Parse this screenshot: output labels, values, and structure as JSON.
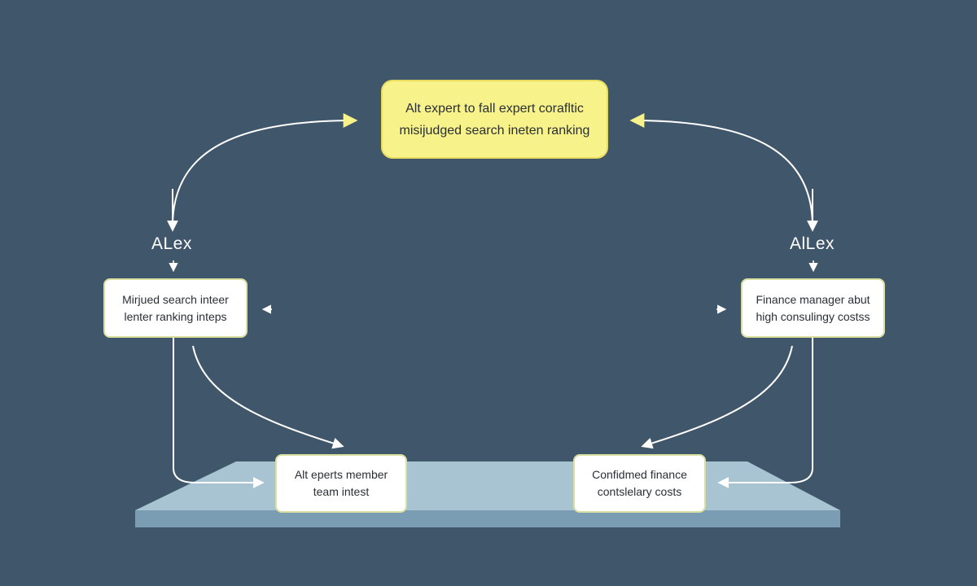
{
  "colors": {
    "background": "#40566b",
    "platform_top": "#a8c3d1",
    "platform_front": "#7a9db3",
    "top_box_fill": "#f7f28a",
    "node_fill": "#ffffff",
    "node_border": "#d8dfa0",
    "wire": "#ffffff"
  },
  "nodes": {
    "top": {
      "line1": "Alt expert to fall expert corafltic",
      "line2": "misijudged search ineten ranking"
    },
    "left": {
      "line1": "Mirjued search inteer",
      "line2": "lenter ranking inteps"
    },
    "right": {
      "line1": "Finance manager abut",
      "line2": "high consulingy costss"
    },
    "bottom_left": {
      "line1": "Alt eperts member",
      "line2": "team intest"
    },
    "bottom_right": {
      "line1": "Confidmed finance",
      "line2": "contslelary costs"
    }
  },
  "labels": {
    "left": "ALex",
    "right": "AlLex"
  }
}
